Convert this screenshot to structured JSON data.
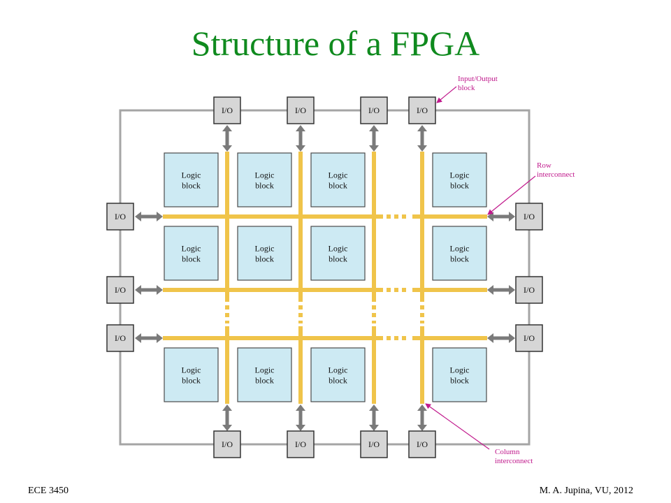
{
  "slide": {
    "title": "Structure of a FPGA",
    "footer_left": "ECE 3450",
    "footer_right": "M. A. Jupina, VU, 2012"
  },
  "diagram": {
    "io_label": "I/O",
    "logic_label_line1": "Logic",
    "logic_label_line2": "block",
    "annotations": {
      "io_block": [
        "Input/Output",
        "block"
      ],
      "row_interconnect": [
        "Row",
        "interconnect"
      ],
      "column_interconnect": [
        "Column",
        "interconnect"
      ]
    }
  },
  "colors": {
    "title": "#0f8a1e",
    "interconnect": "#f0c44a",
    "logic_block_fill": "#cdeaf3",
    "io_block_fill": "#d6d6d6",
    "arrow": "#7a7a7a",
    "frame": "#a5a5a5",
    "annotation": "#c0198c"
  }
}
